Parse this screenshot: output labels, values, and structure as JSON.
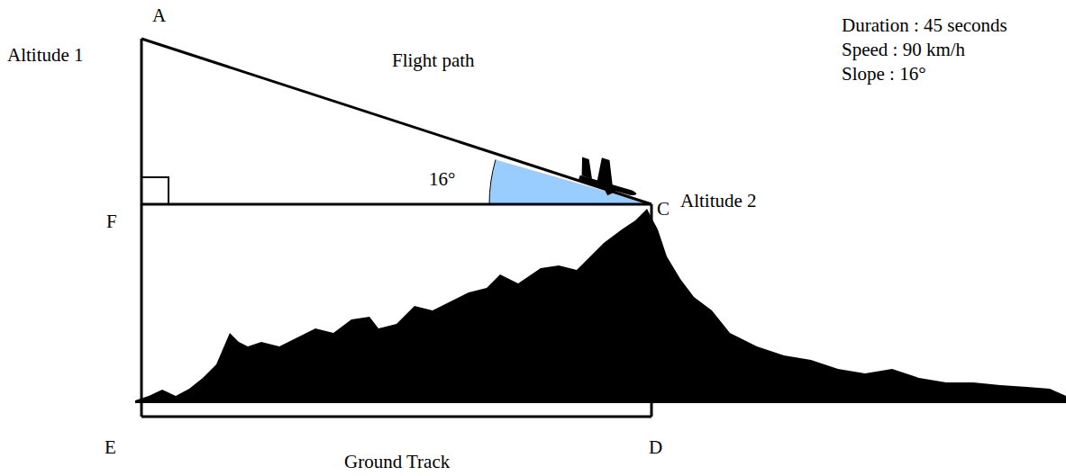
{
  "diagram": {
    "labels": [
      "A",
      "Altitude 1",
      "Flight path",
      "16°",
      "C",
      "Altitude 2",
      "F",
      "E",
      "D",
      "Ground Track",
      "Duration : 45 seconds",
      "Speed : 90 km/h",
      "Slope : 16°"
    ]
  }
}
